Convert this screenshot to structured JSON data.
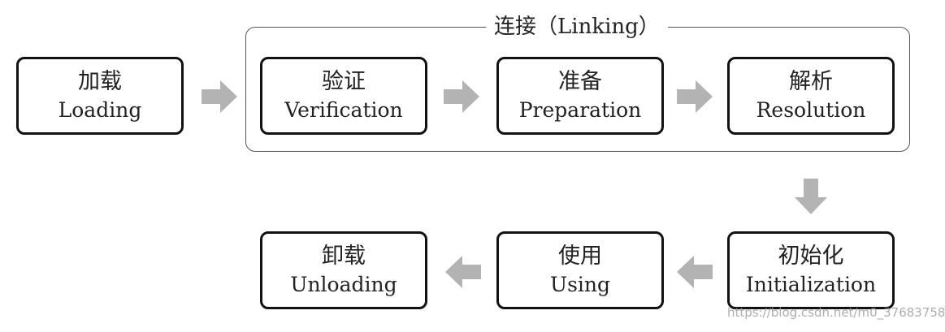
{
  "linking_group": {
    "title": "连接（Linking）"
  },
  "stages": {
    "loading": {
      "zh": "加载",
      "en": "Loading"
    },
    "verification": {
      "zh": "验证",
      "en": "Verification"
    },
    "preparation": {
      "zh": "准备",
      "en": "Preparation"
    },
    "resolution": {
      "zh": "解析",
      "en": "Resolution"
    },
    "initialization": {
      "zh": "初始化",
      "en": "Initialization"
    },
    "using": {
      "zh": "使用",
      "en": "Using"
    },
    "unloading": {
      "zh": "卸载",
      "en": "Unloading"
    }
  },
  "colors": {
    "arrow": "#b3b3b3",
    "border": "#111111",
    "group_border": "#555555"
  },
  "watermark": "https://blog.csdn.net/m0_37683758"
}
